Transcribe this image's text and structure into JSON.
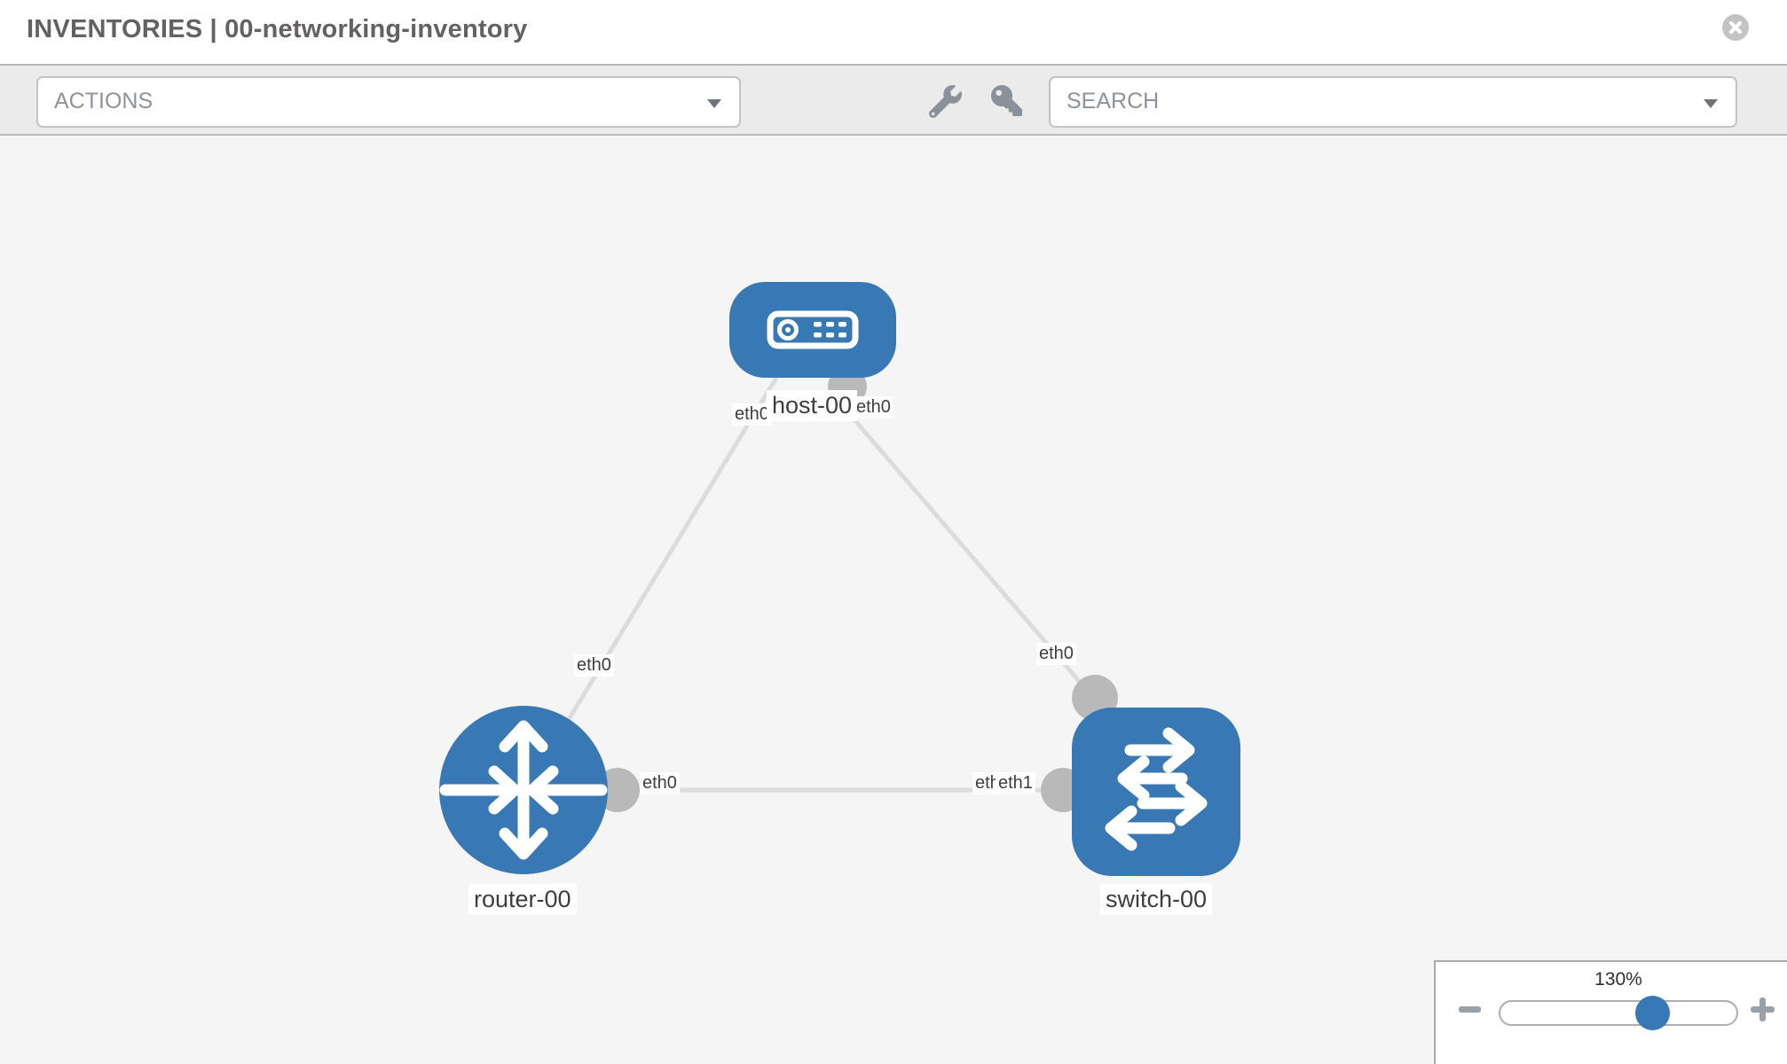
{
  "header": {
    "title": "INVENTORIES | 00-networking-inventory",
    "close_icon": "close-icon"
  },
  "toolbar": {
    "actions_label": "ACTIONS",
    "search_label": "SEARCH",
    "icons": [
      "wrench-icon",
      "key-icon"
    ]
  },
  "topology": {
    "nodes": [
      {
        "label": "host-00",
        "type": "host",
        "icon": "server-icon"
      },
      {
        "label": "router-00",
        "type": "router",
        "icon": "router-arrows-icon"
      },
      {
        "label": "switch-00",
        "type": "switch",
        "icon": "switch-arrows-icon"
      }
    ],
    "links": [
      {
        "from": "host-00",
        "to": "router-00"
      },
      {
        "from": "host-00",
        "to": "switch-00"
      },
      {
        "from": "router-00",
        "to": "switch-00"
      }
    ],
    "interface_labels": [
      {
        "text": "eth0",
        "near": "host-00-left"
      },
      {
        "text": "eth0",
        "near": "host-00-right"
      },
      {
        "text": "eth0",
        "near": "host-router-link"
      },
      {
        "text": "eth0",
        "near": "host-switch-link"
      },
      {
        "text": "eth0",
        "near": "router-00"
      },
      {
        "text": "eth0",
        "near": "switch-00-hidden"
      },
      {
        "text": "eth1",
        "near": "switch-00"
      }
    ]
  },
  "zoom_control": {
    "level": "130%",
    "zoom_out_icon": "minus-icon",
    "zoom_in_icon": "plus-icon"
  },
  "colors": {
    "node_blue": "#3879b5",
    "link_gray": "#dcdcdc",
    "connector_gray": "#b9b9b9",
    "canvas_bg": "#f5f5f5",
    "toolbar_bg": "#ebebeb"
  }
}
